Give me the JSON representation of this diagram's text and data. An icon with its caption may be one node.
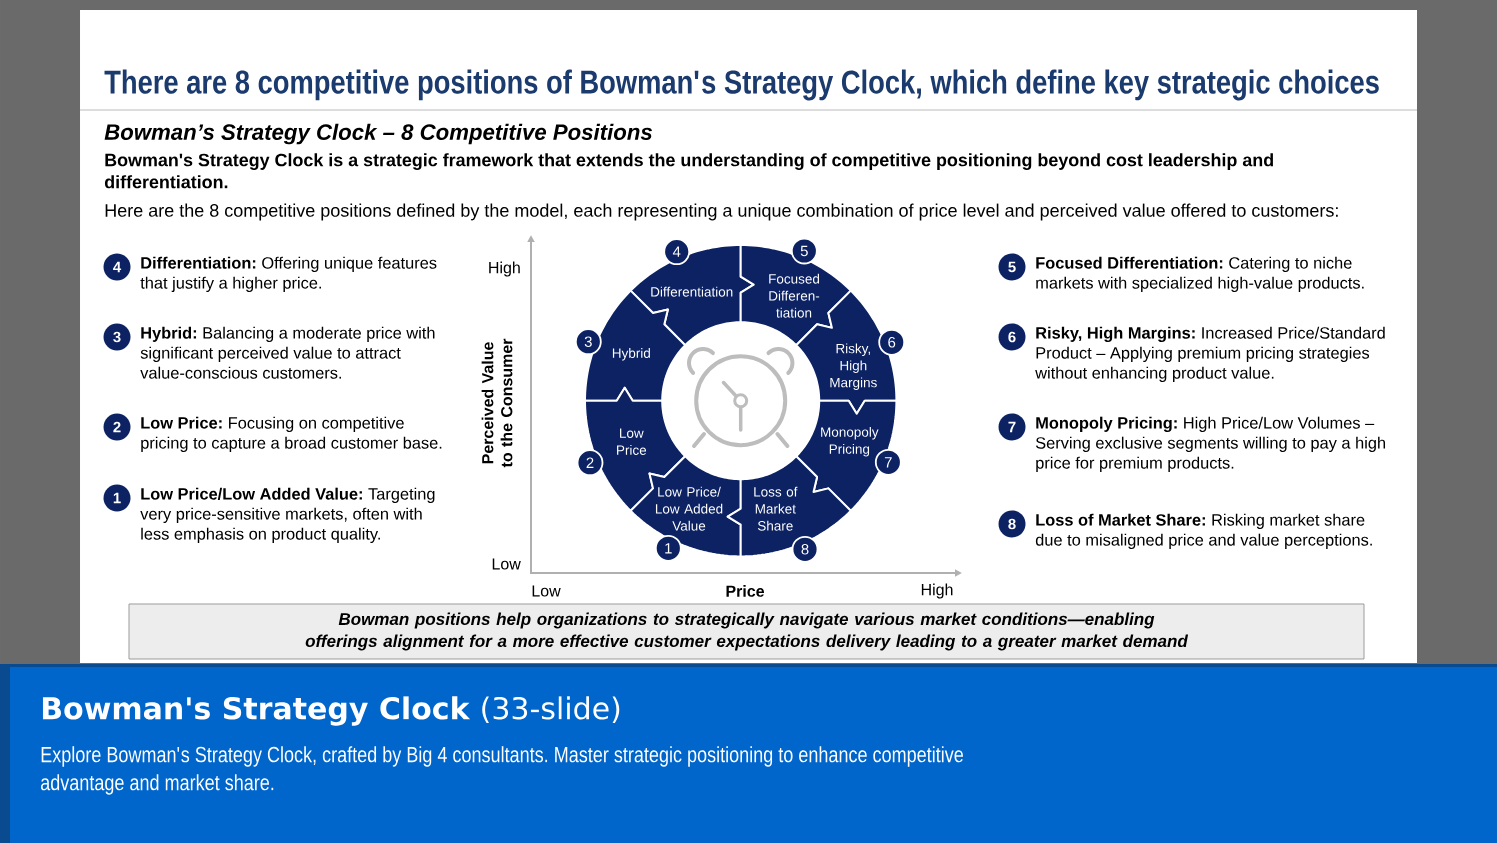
{
  "diagram": {
    "title": "There are 8 competitive positions of Bowman's Strategy Clock, which define key strategic choices",
    "nodes": [
      {
        "text": [
          "4"
        ],
        "beside": [
          "**Differentiation:** Offering unique features that justify a higher price."
        ]
      },
      {
        "text": [
          "3"
        ],
        "beside": [
          "**Hybrid:** Balancing a moderate price with significant perceived value to attract value-conscious customers."
        ]
      },
      {
        "text": [
          "2"
        ],
        "beside": [
          "**Low Price:** Focusing on competitive pricing to capture a broad customer base."
        ]
      },
      {
        "text": [
          "1"
        ],
        "beside": [
          "**Low Price/Low Added Value:** Targeting very price-sensitive markets, often with less emphasis on product quality."
        ]
      },
      {
        "text": [
          "4"
        ]
      },
      {
        "text": [
          "5"
        ]
      },
      {
        "text": [
          "Differentiation"
        ]
      },
      {
        "text": [
          "Focused Differen- tiation"
        ]
      },
      {
        "text": [
          "3"
        ]
      },
      {
        "text": [
          "6"
        ]
      },
      {
        "text": [
          "Hybrid"
        ]
      },
      {
        "text": [
          "Risky, High Margins"
        ]
      },
      {
        "text": [
          "Low Price"
        ]
      },
      {
        "text": [
          "Monopoly Pricing"
        ]
      },
      {
        "text": [
          "2"
        ]
      },
      {
        "text": [
          "7"
        ]
      },
      {
        "text": [
          "Low Price/ Low Added Value"
        ]
      },
      {
        "text": [
          "Loss of Market Share"
        ]
      },
      {
        "text": [
          "1"
        ]
      },
      {
        "text": [
          "8"
        ]
      },
      {
        "text": [
          "5"
        ],
        "beside": [
          "**Focused Differentiation:** Catering to niche markets with specialized high-value products."
        ]
      },
      {
        "text": [
          "6"
        ],
        "beside": [
          "**Risky, High Margins:** Increased Price/Standard Product – Applying premium pricing strategies without enhancing product value."
        ]
      },
      {
        "text": [
          "7"
        ],
        "beside": [
          "**Monopoly Pricing:** High Price/Low Volumes – Serving exclusive segments willing to pay a high price for premium products."
        ]
      },
      {
        "text": [
          "8"
        ],
        "beside": [
          "**Loss of Market Share:** Risking market share due to misaligned price and value perceptions."
        ]
      },
      {
        "text": [
          "Bowman positions help organizations to strategically navigate various market conditions—enabling offerings alignment for a more effective customer expectations delivery leading to a greater market demand"
        ]
      },
      {
        "text": [
          "**Bowman's Strategy Clock** (33-slide)",
          "Explore Bowman's Strategy Clock, crafted by Big 4 consultants. Master strategic positioning to enhance competitive advantage and market share."
        ]
      }
    ],
    "labels": [
      "Bowman’s Strategy Clock – 8 Competitive Positions",
      "Bowman's Strategy Clock is a strategic framework that extends the understanding of competitive positioning beyond cost leadership and differentiation.",
      "Here are the 8 competitive positions defined by the model, each representing a unique combination of price level and perceived value offered to customers:",
      "High",
      "Perceived Value to the Consumer",
      "Low",
      "Low",
      "Price",
      "High"
    ]
  }
}
